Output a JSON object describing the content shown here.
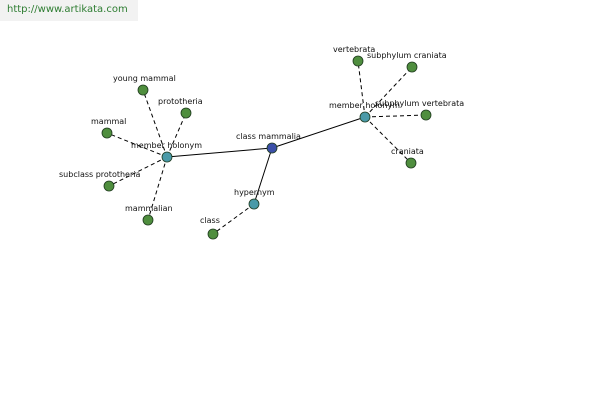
{
  "header": {
    "watermark_url": "http://www.artikata.com"
  },
  "colors": {
    "center": "#3b4fa8",
    "relation": "#4a9aa8",
    "leaf": "#4f8e3e",
    "edge": "#000000",
    "watermark_bg": "#f2f2f2",
    "watermark_text": "#2e7d32"
  },
  "nodes": [
    {
      "id": "class_mammalia",
      "label": "class mammalia",
      "kind": "center"
    },
    {
      "id": "member_holonym_left",
      "label": "member holonym",
      "kind": "relation"
    },
    {
      "id": "member_holonym_right",
      "label": "member holonym",
      "kind": "relation"
    },
    {
      "id": "hypernym",
      "label": "hypernym",
      "kind": "relation"
    },
    {
      "id": "young_mammal",
      "label": "young mammal",
      "kind": "leaf"
    },
    {
      "id": "prototheria",
      "label": "prototheria",
      "kind": "leaf"
    },
    {
      "id": "mammal",
      "label": "mammal",
      "kind": "leaf"
    },
    {
      "id": "subclass_prototheria",
      "label": "subclass prototheria",
      "kind": "leaf"
    },
    {
      "id": "mammalian",
      "label": "mammalian",
      "kind": "leaf"
    },
    {
      "id": "class",
      "label": "class",
      "kind": "leaf"
    },
    {
      "id": "vertebrata",
      "label": "vertebrata",
      "kind": "leaf"
    },
    {
      "id": "subphylum_craniata",
      "label": "subphylum craniata",
      "kind": "leaf"
    },
    {
      "id": "subphylum_vertebrata",
      "label": "subphylum vertebrata",
      "kind": "leaf"
    },
    {
      "id": "craniata",
      "label": "craniata",
      "kind": "leaf"
    }
  ],
  "edges": [
    {
      "from": "class_mammalia",
      "to": "member_holonym_left",
      "style": "solid"
    },
    {
      "from": "class_mammalia",
      "to": "member_holonym_right",
      "style": "solid"
    },
    {
      "from": "class_mammalia",
      "to": "hypernym",
      "style": "solid"
    },
    {
      "from": "member_holonym_left",
      "to": "young_mammal",
      "style": "dashed"
    },
    {
      "from": "member_holonym_left",
      "to": "prototheria",
      "style": "dashed"
    },
    {
      "from": "member_holonym_left",
      "to": "mammal",
      "style": "dashed"
    },
    {
      "from": "member_holonym_left",
      "to": "subclass_prototheria",
      "style": "dashed"
    },
    {
      "from": "member_holonym_left",
      "to": "mammalian",
      "style": "dashed"
    },
    {
      "from": "hypernym",
      "to": "class",
      "style": "dashed"
    },
    {
      "from": "member_holonym_right",
      "to": "vertebrata",
      "style": "dashed"
    },
    {
      "from": "member_holonym_right",
      "to": "subphylum_craniata",
      "style": "dashed"
    },
    {
      "from": "member_holonym_right",
      "to": "subphylum_vertebrata",
      "style": "dashed"
    },
    {
      "from": "member_holonym_right",
      "to": "craniata",
      "style": "dashed"
    }
  ]
}
